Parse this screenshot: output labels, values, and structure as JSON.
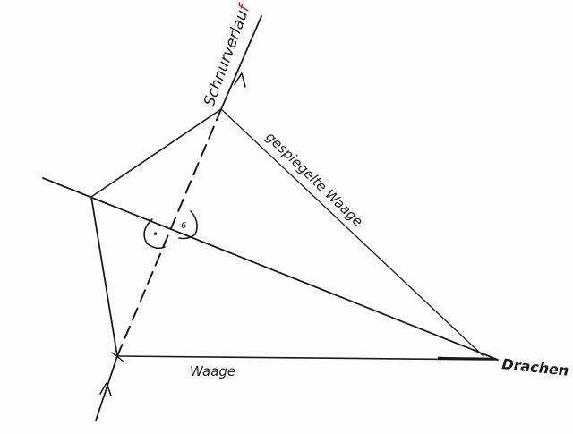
{
  "labels": {
    "schnurverlauf_main": "Schnurverlau",
    "schnurverlauf_end": "f",
    "gespiegelte_waage": "gespiegelte Waage",
    "waage": "Waage",
    "drachen": "Drachen"
  },
  "angle_mark": {
    "dot": "•",
    "six": "6"
  },
  "colors": {
    "ink": "#1a1a1a",
    "accent_red": "#b0202a"
  }
}
